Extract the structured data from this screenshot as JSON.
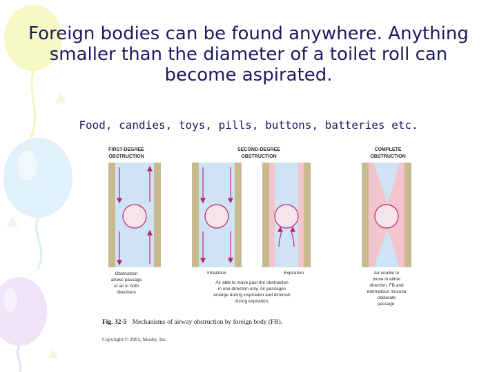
{
  "slide": {
    "title": "Foreign bodies can be found anywhere. Anything smaller than the diameter of a toilet roll can become aspirated.",
    "subtitle": "Food, candies, toys, pills, buttons, batteries etc."
  },
  "figure": {
    "colors": {
      "airway": "#cfe3f5",
      "wall": "#c9b98e",
      "mucosa": "#f2c4cc",
      "arrow": "#c0206a",
      "text": "#2a2a2a"
    },
    "panel_first": {
      "heading_line1": "FIRST-DEGREE",
      "heading_line2": "OBSTRUCTION",
      "caption": [
        "Obstruction",
        "allows passage",
        "of air in both",
        "directions"
      ]
    },
    "panel_second": {
      "heading_line1": "SECOND-DEGREE",
      "heading_line2": "OBSTRUCTION",
      "label_inhalation": "Inhalation",
      "label_expiration": "Expiration",
      "caption": [
        "Air able to move past the obstruction",
        "in one direction only. Air passages",
        "enlarge during inspiration and diminish",
        "during expiration."
      ]
    },
    "panel_complete": {
      "heading_line1": "COMPLETE",
      "heading_line2": "OBSTRUCTION",
      "caption": [
        "Air unable to",
        "move in either",
        "direction. FB and",
        "edematous mucosa",
        "obliterate",
        "passage."
      ]
    },
    "figure_caption_bold": "Fig. 32-5",
    "figure_caption": "Mechanisms of airway obstruction by foreign body (FB).",
    "copyright": "Copyright © 2001, Mosby, Inc."
  }
}
